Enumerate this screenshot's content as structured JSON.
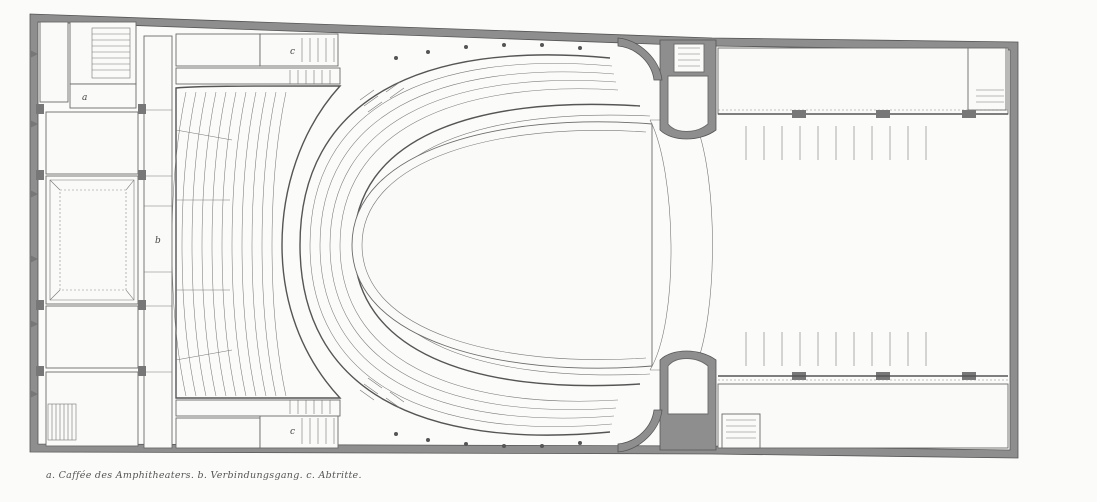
{
  "labels": {
    "a": "a",
    "b": "b",
    "c_top": "c",
    "c_bottom": "c"
  },
  "caption": "a. Caffée des Amphitheaters. b. Verbindungsgang. c. Abtritte."
}
